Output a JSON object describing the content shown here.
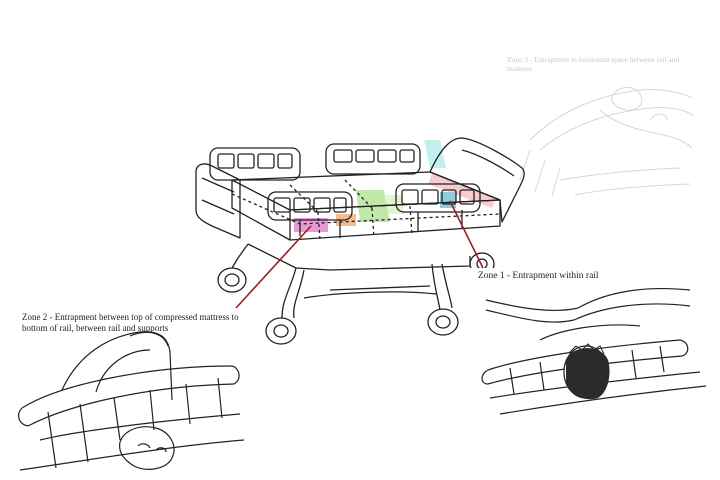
{
  "captions": {
    "zone1": "Zone 1 - Entrapment within rail",
    "zone2": "Zone 2 - Entrapment between top of compressed mattress to bottom of rail, between rail and supports",
    "zone3": "Zone 3 - Entrapment in horizontal space between rail and mattress"
  },
  "colors": {
    "zone1_highlight": "#7ec8d8",
    "zone2_highlight": "#e88ed0",
    "zone3_highlight": "#f3b27a",
    "zone_green": "#b6e39a",
    "zone_cyan": "#b4ecea",
    "zone_pink_stripe": "#f0a0a8",
    "pointer_line": "#9a1f1f",
    "line_art": "#222222"
  }
}
